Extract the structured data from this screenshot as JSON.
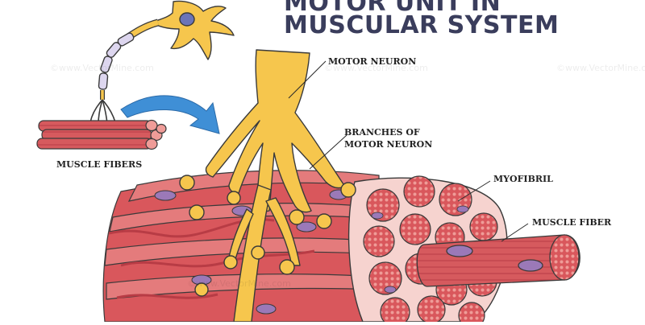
{
  "title": {
    "line1": "MOTOR UNIT IN",
    "line2": "MUSCULAR SYSTEM"
  },
  "labels": {
    "muscle_fibers": "MUSCLE FIBERS",
    "motor_neuron": "MOTOR NEURON",
    "branches_line1": "BRANCHES OF",
    "branches_line2": "MOTOR NEURON",
    "myofibril": "MYOFIBRIL",
    "muscle_fiber": "MUSCLE FIBER"
  },
  "watermark": "©www.VectorMine.com",
  "colors": {
    "neuron": "#f6c64d",
    "neuron_outline": "#3a3a3a",
    "muscle": "#d9575c",
    "muscle_light": "#ee9a96",
    "muscle_dark": "#b83c45",
    "nucleus": "#9b79b8",
    "arrow": "#3f8fd6",
    "title": "#3a3d5c"
  }
}
